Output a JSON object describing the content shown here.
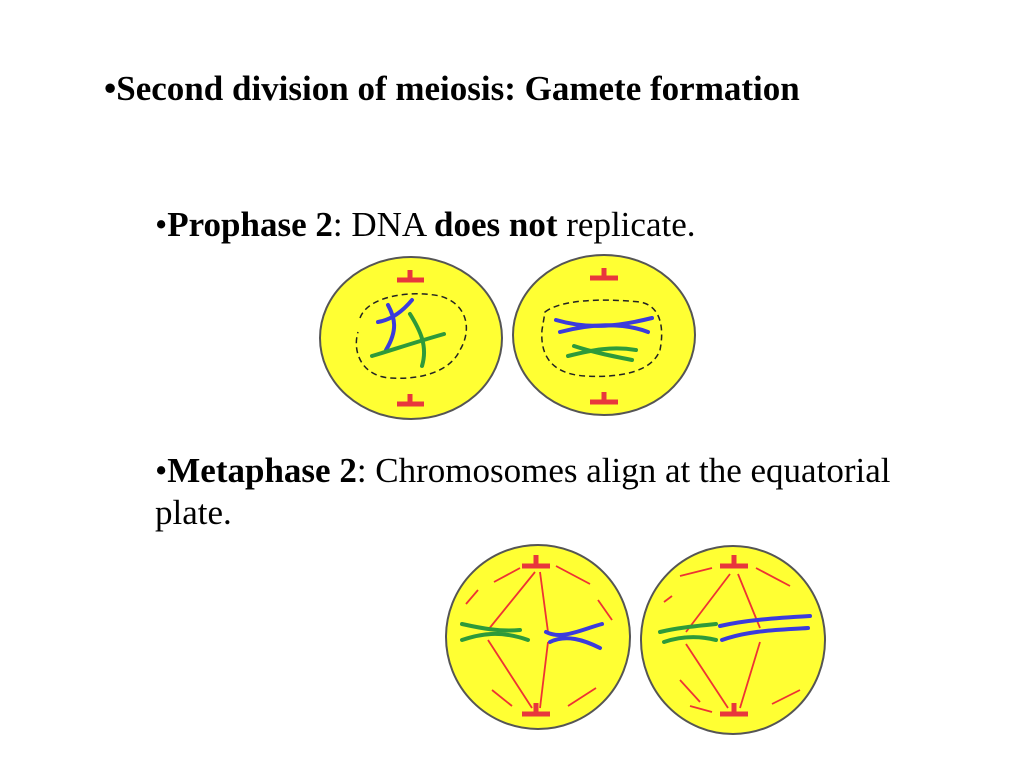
{
  "slide": {
    "title": {
      "bullet": "•",
      "text": "Second division of meiosis: Gamete formation"
    },
    "prophase": {
      "bullet": "•",
      "term": "Prophase 2",
      "sep": ": DNA ",
      "emphasis": "does not",
      "rest": " replicate."
    },
    "metaphase": {
      "bullet": "•",
      "term": "Metaphase 2",
      "rest": ": Chromosomes align at the equatorial plate."
    }
  },
  "colors": {
    "cell_fill": "#ffff33",
    "cell_outline": "#555555",
    "centrosome": "#e8373c",
    "spindle": "#ee3333",
    "chromosome_blue": "#3b3bdc",
    "chromosome_green": "#2e9a3a",
    "envelope": "#222222"
  }
}
